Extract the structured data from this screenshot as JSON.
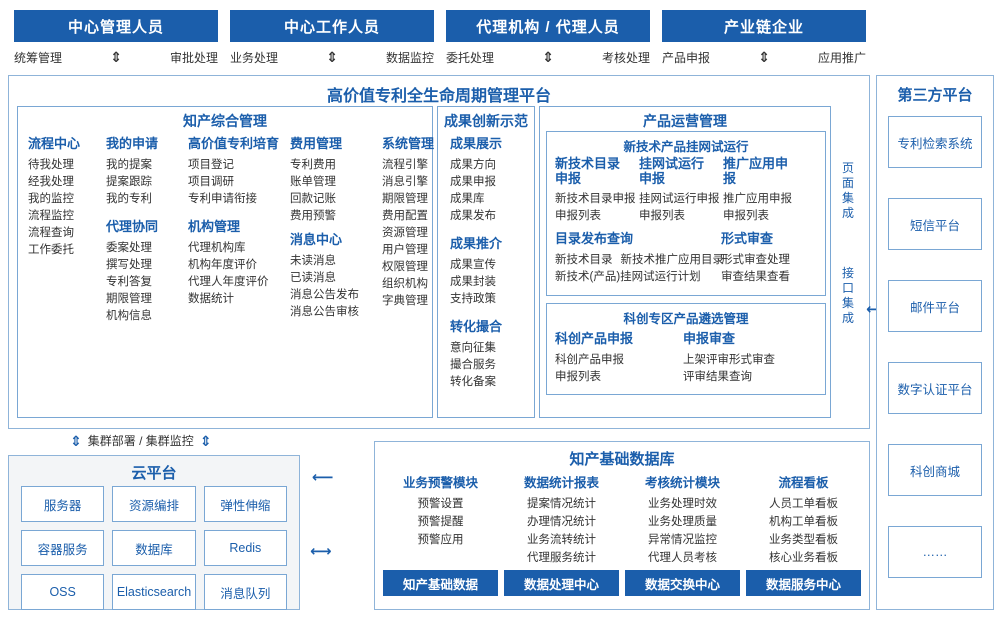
{
  "roles": [
    {
      "title": "中心管理人员",
      "left_action": "统筹管理",
      "right_action": "审批处理"
    },
    {
      "title": "中心工作人员",
      "left_action": "业务处理",
      "right_action": "数据监控"
    },
    {
      "title": "代理机构 / 代理人员",
      "left_action": "委托处理",
      "right_action": "考核处理"
    },
    {
      "title": "产业链企业",
      "left_action": "产品申报",
      "right_action": "应用推广"
    }
  ],
  "platform": {
    "title": "高价值专利全生命周期管理平台",
    "sections": [
      {
        "title": "知产综合管理",
        "columns": [
          {
            "title": "流程中心",
            "items": [
              "待我处理",
              "经我处理",
              "我的监控",
              "流程监控",
              "流程查询",
              "工作委托"
            ]
          },
          {
            "title": "我的申请",
            "items": [
              "我的提案",
              "提案跟踪",
              "我的专利"
            ],
            "title2": "代理协同",
            "items2": [
              "委案处理",
              "撰写处理",
              "专利答复",
              "期限管理",
              "机构信息"
            ]
          },
          {
            "title": "高价值专利培育",
            "items": [
              "项目登记",
              "项目调研",
              "专利申请衔接"
            ],
            "title2": "机构管理",
            "items2": [
              "代理机构库",
              "机构年度评价",
              "代理人年度评价",
              "数据统计"
            ]
          },
          {
            "title": "费用管理",
            "items": [
              "专利费用",
              "账单管理",
              "回款记账",
              "费用预警"
            ],
            "title2": "消息中心",
            "items2": [
              "未读消息",
              "已读消息",
              "消息公告发布",
              "消息公告审核"
            ]
          },
          {
            "title": "系统管理",
            "items": [
              "流程引擎",
              "消息引擎",
              "期限管理",
              "费用配置",
              "资源管理",
              "用户管理",
              "权限管理",
              "组织机构",
              "字典管理"
            ]
          }
        ]
      },
      {
        "title": "成果创新示范",
        "columns": [
          {
            "title": "成果展示",
            "items": [
              "成果方向",
              "成果申报",
              "成果库",
              "成果发布"
            ],
            "title2": "成果推介",
            "items2": [
              "成果宣传",
              "成果封装",
              "支持政策"
            ],
            "title3": "转化撮合",
            "items3": [
              "意向征集",
              "撮合服务",
              "转化备案"
            ]
          }
        ]
      },
      {
        "title": "产品运营管理",
        "subpanels": [
          {
            "title": "新技术产品挂网试运行",
            "columns": [
              {
                "title": "新技术目录申报",
                "items": [
                  "新技术目录申报",
                  "申报列表"
                ]
              },
              {
                "title": "挂网试运行申报",
                "items": [
                  "挂网试运行申报",
                  "申报列表"
                ]
              },
              {
                "title": "推广应用申报",
                "items": [
                  "推广应用申报",
                  "申报列表"
                ]
              },
              {
                "title": "目录发布查询",
                "items": [
                  "新技术目录",
                  "新技术(产品)挂网试运行计划",
                  "新技术推广应用目录"
                ]
              },
              {
                "title": "形式审查",
                "items": [
                  "形式审查处理",
                  "审查结果查看"
                ]
              }
            ]
          },
          {
            "title": "科创专区产品遴选管理",
            "columns": [
              {
                "title": "科创产品申报",
                "items": [
                  "科创产品申报",
                  "申报列表"
                ]
              },
              {
                "title": "申报审查",
                "items": [
                  "上架评审形式审查",
                  "评审结果查询"
                ]
              }
            ]
          }
        ]
      }
    ],
    "side_labels": [
      "页面集成",
      "接口集成"
    ]
  },
  "third_party": {
    "title": "第三方平台",
    "items": [
      "专利检索系统",
      "短信平台",
      "邮件平台",
      "数字认证平台",
      "科创商城",
      "……"
    ]
  },
  "cloud": {
    "hint": "集群部署 / 集群监控",
    "title": "云平台",
    "cells": [
      "服务器",
      "资源编排",
      "弹性伸缩",
      "容器服务",
      "数据库",
      "Redis",
      "OSS",
      "Elasticsearch",
      "消息队列"
    ]
  },
  "database": {
    "title": "知产基础数据库",
    "columns": [
      {
        "title": "业务预警模块",
        "items": [
          "预警设置",
          "预警提醒",
          "预警应用"
        ]
      },
      {
        "title": "数据统计报表",
        "items": [
          "提案情况统计",
          "办理情况统计",
          "业务流转统计",
          "代理服务统计"
        ]
      },
      {
        "title": "考核统计模块",
        "items": [
          "业务处理时效",
          "业务处理质量",
          "异常情况监控",
          "代理人员考核"
        ]
      },
      {
        "title": "流程看板",
        "items": [
          "人员工单看板",
          "机构工单看板",
          "业务类型看板",
          "核心业务看板"
        ]
      }
    ],
    "bottom": [
      "知产基础数据",
      "数据处理中心",
      "数据交换中心",
      "数据服务中心"
    ]
  },
  "colors": {
    "brand": "#1b5eab",
    "border": "#7aa7d4",
    "text": "#333333"
  }
}
